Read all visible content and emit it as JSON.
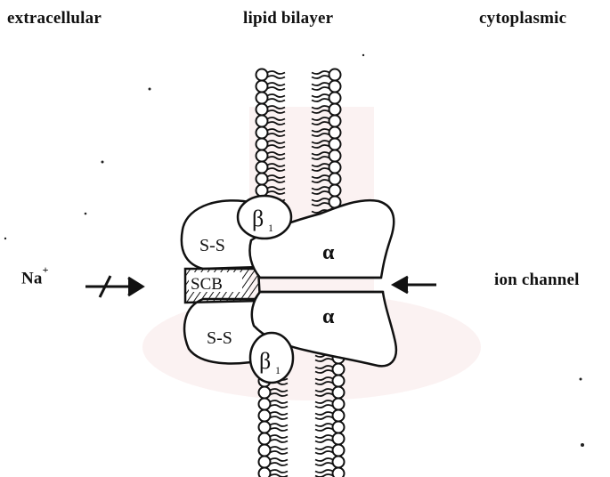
{
  "labels": {
    "extracellular": "extracellular",
    "lipid_bilayer": "lipid bilayer",
    "cytoplasmic": "cytoplasmic",
    "na": "Na",
    "na_charge": "+",
    "ion_channel": "ion channel"
  },
  "subunits": {
    "alpha_top": "α",
    "alpha_bottom": "α",
    "beta_top": "β",
    "beta_top_sub": "1",
    "beta_bottom": "β",
    "beta_bottom_sub": "1",
    "ss_top": "S-S",
    "ss_bottom": "S-S",
    "scb": "SCB"
  },
  "icons": {
    "phospholipid": "phospholipid-icon",
    "blocked_arrow": "blocked-arrow-icon",
    "arrow": "arrow-left-icon"
  }
}
